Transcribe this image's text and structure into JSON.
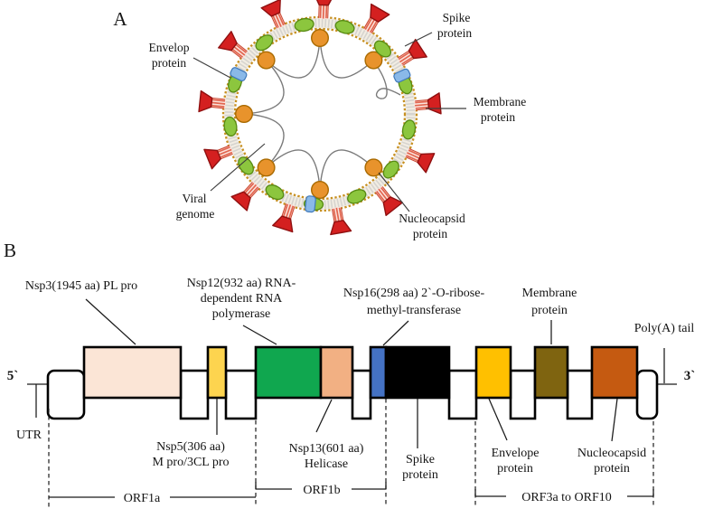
{
  "figure": {
    "panel_a": {
      "letter": "A",
      "labels": {
        "envelop": [
          "Envelop",
          "protein"
        ],
        "spike": [
          "Spike",
          "protein"
        ],
        "membrane": [
          "Membrane",
          "protein"
        ],
        "viral_genome": [
          "Viral",
          "genome"
        ],
        "nucleocapsid": [
          "Nucleocapsid",
          "protein"
        ]
      },
      "colors": {
        "spike": "#d42020",
        "membrane_protein": "#8cc63e",
        "envelope_protein": "#8ab9e8",
        "nucleocapsid_protein": "#e8932c",
        "membrane_ring": "#c79021"
      }
    },
    "panel_b": {
      "letter": "B",
      "five_prime": "5`",
      "three_prime": "3`",
      "utr": "UTR",
      "poly_a_tail": "Poly(A) tail",
      "top_labels": {
        "nsp3": [
          "Nsp3(1945 aa) PL pro"
        ],
        "nsp12": [
          "Nsp12(932 aa) RNA-",
          "dependent RNA",
          "polymerase"
        ],
        "nsp16": [
          "Nsp16(298 aa) 2`-O-ribose-",
          "methyl-transferase"
        ],
        "membrane": [
          "Membrane",
          "protein"
        ]
      },
      "bottom_labels": {
        "nsp5": [
          "Nsp5(306 aa)",
          "M pro/3CL pro"
        ],
        "nsp13": [
          "Nsp13(601 aa)",
          "Helicase"
        ],
        "spike": [
          "Spike",
          "protein"
        ],
        "envelope": [
          "Envelope",
          "protein"
        ],
        "nucleocapsid": [
          "Nucleocapsid",
          "protein"
        ]
      },
      "orf_labels": {
        "orf1a": "ORF1a",
        "orf1b": "ORF1b",
        "orf3a_to_orf10": "ORF3a to ORF10"
      },
      "colors": {
        "nsp3": "#fbe5d6",
        "nsp5": "#fdd44f",
        "nsp12": "#10a74f",
        "nsp13": "#f2b083",
        "nsp16": "#4472c4",
        "spike": "#000000",
        "envelope": "#ffc000",
        "membrane": "#7f6410",
        "nucleocapsid": "#c55a11",
        "utr_box": "#ffffff"
      }
    }
  }
}
